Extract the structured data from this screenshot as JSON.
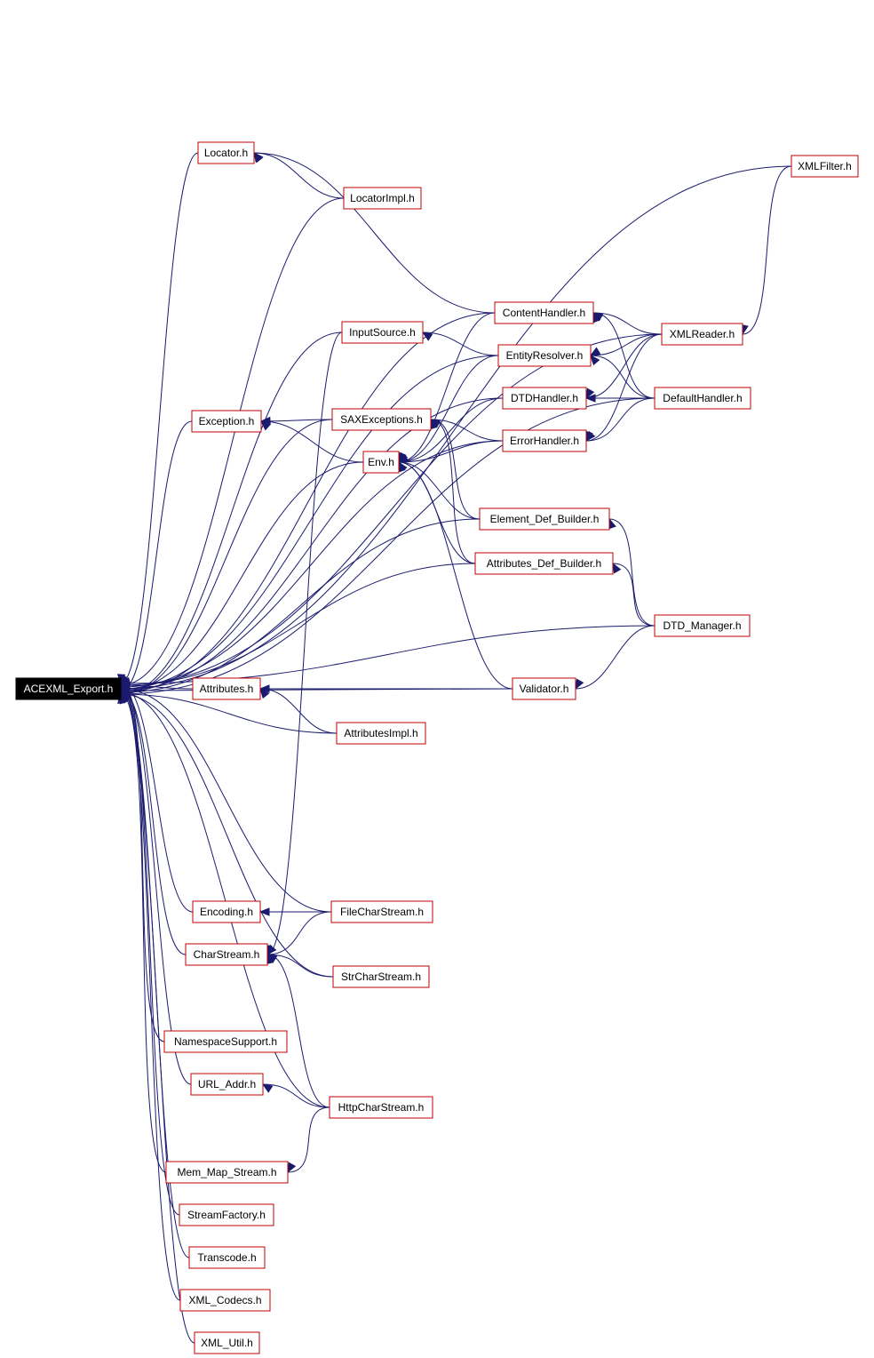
{
  "diagram": {
    "root": "ACEXML_Export.h",
    "colors": {
      "root_fill": "#000000",
      "root_text": "#ffffff",
      "node_border": "#c00000",
      "edge": "#1a1a6e"
    },
    "nodes": [
      {
        "id": "export",
        "label": "ACEXML_Export.h"
      },
      {
        "id": "locator",
        "label": "Locator.h"
      },
      {
        "id": "locatorimpl",
        "label": "LocatorImpl.h"
      },
      {
        "id": "xmlfilter",
        "label": "XMLFilter.h"
      },
      {
        "id": "contenthandler",
        "label": "ContentHandler.h"
      },
      {
        "id": "xmlreader",
        "label": "XMLReader.h"
      },
      {
        "id": "inputsource",
        "label": "InputSource.h"
      },
      {
        "id": "entityresolver",
        "label": "EntityResolver.h"
      },
      {
        "id": "dtdhandler",
        "label": "DTDHandler.h"
      },
      {
        "id": "defaulthandler",
        "label": "DefaultHandler.h"
      },
      {
        "id": "exception",
        "label": "Exception.h"
      },
      {
        "id": "saxexceptions",
        "label": "SAXExceptions.h"
      },
      {
        "id": "errorhandler",
        "label": "ErrorHandler.h"
      },
      {
        "id": "env",
        "label": "Env.h"
      },
      {
        "id": "elementdef",
        "label": "Element_Def_Builder.h"
      },
      {
        "id": "attributesdef",
        "label": "Attributes_Def_Builder.h"
      },
      {
        "id": "dtdmanager",
        "label": "DTD_Manager.h"
      },
      {
        "id": "attributes",
        "label": "Attributes.h"
      },
      {
        "id": "validator",
        "label": "Validator.h"
      },
      {
        "id": "attributesimpl",
        "label": "AttributesImpl.h"
      },
      {
        "id": "encoding",
        "label": "Encoding.h"
      },
      {
        "id": "filecharstream",
        "label": "FileCharStream.h"
      },
      {
        "id": "charstream",
        "label": "CharStream.h"
      },
      {
        "id": "strcharstream",
        "label": "StrCharStream.h"
      },
      {
        "id": "namespacesupport",
        "label": "NamespaceSupport.h"
      },
      {
        "id": "urladdr",
        "label": "URL_Addr.h"
      },
      {
        "id": "httpcharstream",
        "label": "HttpCharStream.h"
      },
      {
        "id": "memmapstream",
        "label": "Mem_Map_Stream.h"
      },
      {
        "id": "streamfactory",
        "label": "StreamFactory.h"
      },
      {
        "id": "transcode",
        "label": "Transcode.h"
      },
      {
        "id": "xmlcodecs",
        "label": "XML_Codecs.h"
      },
      {
        "id": "xmlutil",
        "label": "XML_Util.h"
      }
    ],
    "edges": [
      [
        "locator",
        "export"
      ],
      [
        "locatorimpl",
        "export"
      ],
      [
        "locatorimpl",
        "locator"
      ],
      [
        "xmlfilter",
        "export"
      ],
      [
        "xmlfilter",
        "xmlreader"
      ],
      [
        "contenthandler",
        "export"
      ],
      [
        "contenthandler",
        "locator"
      ],
      [
        "contenthandler",
        "env"
      ],
      [
        "xmlreader",
        "export"
      ],
      [
        "xmlreader",
        "contenthandler"
      ],
      [
        "xmlreader",
        "entityresolver"
      ],
      [
        "xmlreader",
        "dtdhandler"
      ],
      [
        "xmlreader",
        "errorhandler"
      ],
      [
        "inputsource",
        "export"
      ],
      [
        "inputsource",
        "charstream"
      ],
      [
        "entityresolver",
        "inputsource"
      ],
      [
        "entityresolver",
        "env"
      ],
      [
        "entityresolver",
        "export"
      ],
      [
        "dtdhandler",
        "export"
      ],
      [
        "dtdhandler",
        "env"
      ],
      [
        "defaulthandler",
        "export"
      ],
      [
        "defaulthandler",
        "contenthandler"
      ],
      [
        "defaulthandler",
        "dtdhandler"
      ],
      [
        "defaulthandler",
        "entityresolver"
      ],
      [
        "defaulthandler",
        "errorhandler"
      ],
      [
        "exception",
        "export"
      ],
      [
        "saxexceptions",
        "exception"
      ],
      [
        "saxexceptions",
        "export"
      ],
      [
        "errorhandler",
        "saxexceptions"
      ],
      [
        "errorhandler",
        "env"
      ],
      [
        "errorhandler",
        "export"
      ],
      [
        "env",
        "exception"
      ],
      [
        "env",
        "export"
      ],
      [
        "elementdef",
        "export"
      ],
      [
        "elementdef",
        "saxexceptions"
      ],
      [
        "elementdef",
        "env"
      ],
      [
        "attributesdef",
        "export"
      ],
      [
        "attributesdef",
        "saxexceptions"
      ],
      [
        "attributesdef",
        "env"
      ],
      [
        "dtdmanager",
        "elementdef"
      ],
      [
        "dtdmanager",
        "attributesdef"
      ],
      [
        "dtdmanager",
        "validator"
      ],
      [
        "dtdmanager",
        "export"
      ],
      [
        "attributes",
        "export"
      ],
      [
        "validator",
        "attributes"
      ],
      [
        "validator",
        "env"
      ],
      [
        "validator",
        "export"
      ],
      [
        "attributesimpl",
        "attributes"
      ],
      [
        "attributesimpl",
        "export"
      ],
      [
        "encoding",
        "export"
      ],
      [
        "filecharstream",
        "encoding"
      ],
      [
        "filecharstream",
        "charstream"
      ],
      [
        "filecharstream",
        "export"
      ],
      [
        "charstream",
        "export"
      ],
      [
        "strcharstream",
        "charstream"
      ],
      [
        "strcharstream",
        "export"
      ],
      [
        "namespacesupport",
        "export"
      ],
      [
        "urladdr",
        "export"
      ],
      [
        "httpcharstream",
        "urladdr"
      ],
      [
        "httpcharstream",
        "memmapstream"
      ],
      [
        "httpcharstream",
        "charstream"
      ],
      [
        "httpcharstream",
        "export"
      ],
      [
        "memmapstream",
        "export"
      ],
      [
        "streamfactory",
        "export"
      ],
      [
        "transcode",
        "export"
      ],
      [
        "xmlcodecs",
        "export"
      ],
      [
        "xmlutil",
        "export"
      ]
    ]
  }
}
